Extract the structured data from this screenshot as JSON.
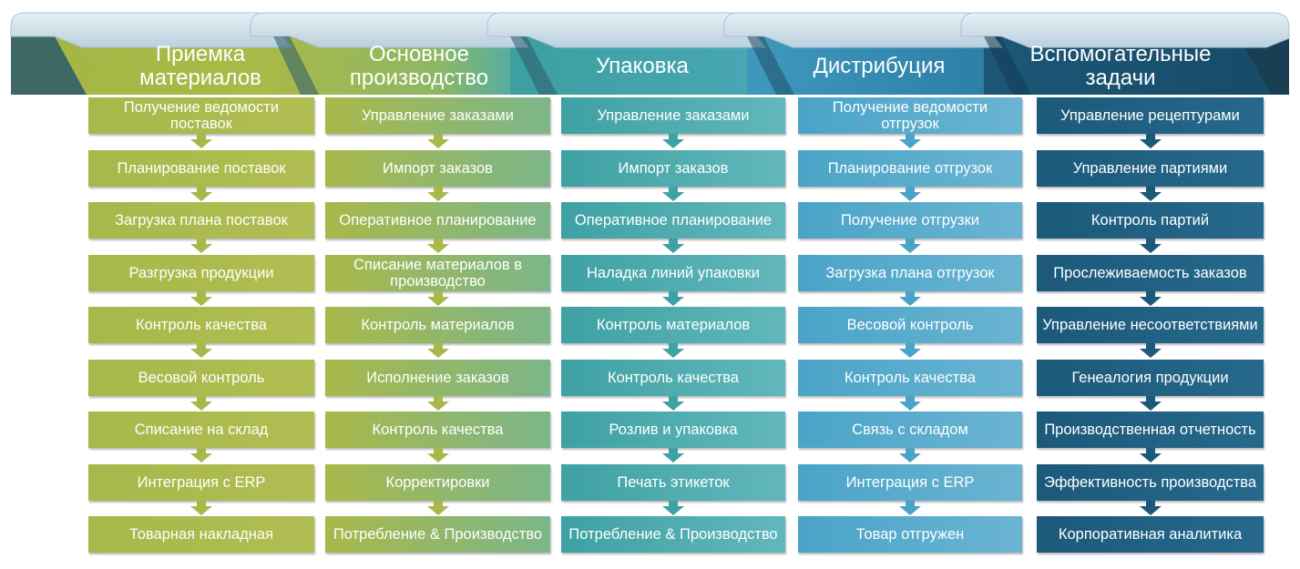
{
  "columns": [
    {
      "title": "Приемка материалов",
      "color": "#a3b542",
      "color_light": "#b2bf55",
      "steps": [
        "Получение ведомости поставок",
        "Планирование поставок",
        "Загрузка плана поставок",
        "Разгрузка продукции",
        "Контроль качества",
        "Весовой контроль",
        "Списание на склад",
        "Интеграция с ERP",
        "Товарная накладная"
      ]
    },
    {
      "title": "Основное производство",
      "color": "#a7b84a",
      "color_light": "#6fb69a",
      "steps": [
        "Управление заказами",
        "Импорт заказов",
        "Оперативное планирование",
        "Списание материалов в производство",
        "Контроль материалов",
        "Исполнение заказов",
        "Контроль качества",
        "Корректировки",
        "Потребление & Производство"
      ]
    },
    {
      "title": "Упаковка",
      "color": "#4aa9a6",
      "color_light": "#5cb2b8",
      "steps": [
        "Управление заказами",
        "Импорт заказов",
        "Оперативное планирование",
        "Наладка линий упаковки",
        "Контроль материалов",
        "Контроль качества",
        "Розлив и упаковка",
        "Печать этикеток",
        "Потребление & Производство"
      ]
    },
    {
      "title": "Дистрибуция",
      "color": "#4ba7c8",
      "color_light": "#5fb1cf",
      "steps": [
        "Получение ведомости отгрузок",
        "Планирование отгрузок",
        "Получение отгрузки",
        "Загрузка плана отгрузок",
        "Весовой контроль",
        "Контроль качества",
        "Связь с складом",
        "Интеграция с ERP",
        "Товар отгружен"
      ]
    },
    {
      "title": "Вспомогательные задачи",
      "color": "#1f5f80",
      "color_light": "#2a6f93",
      "steps": [
        "Управление рецептурами",
        "Управление партиями",
        "Контроль партий",
        "Прослеживаемость заказов",
        "Управление несоответствиями",
        "Генеалогия продукции",
        "Производственная отчетность",
        "Эффективность производства",
        "Корпоративная аналитика"
      ]
    }
  ],
  "colors": {
    "header_bar": "#c9dde9",
    "header_bar_dark": "#9fbdcf"
  }
}
